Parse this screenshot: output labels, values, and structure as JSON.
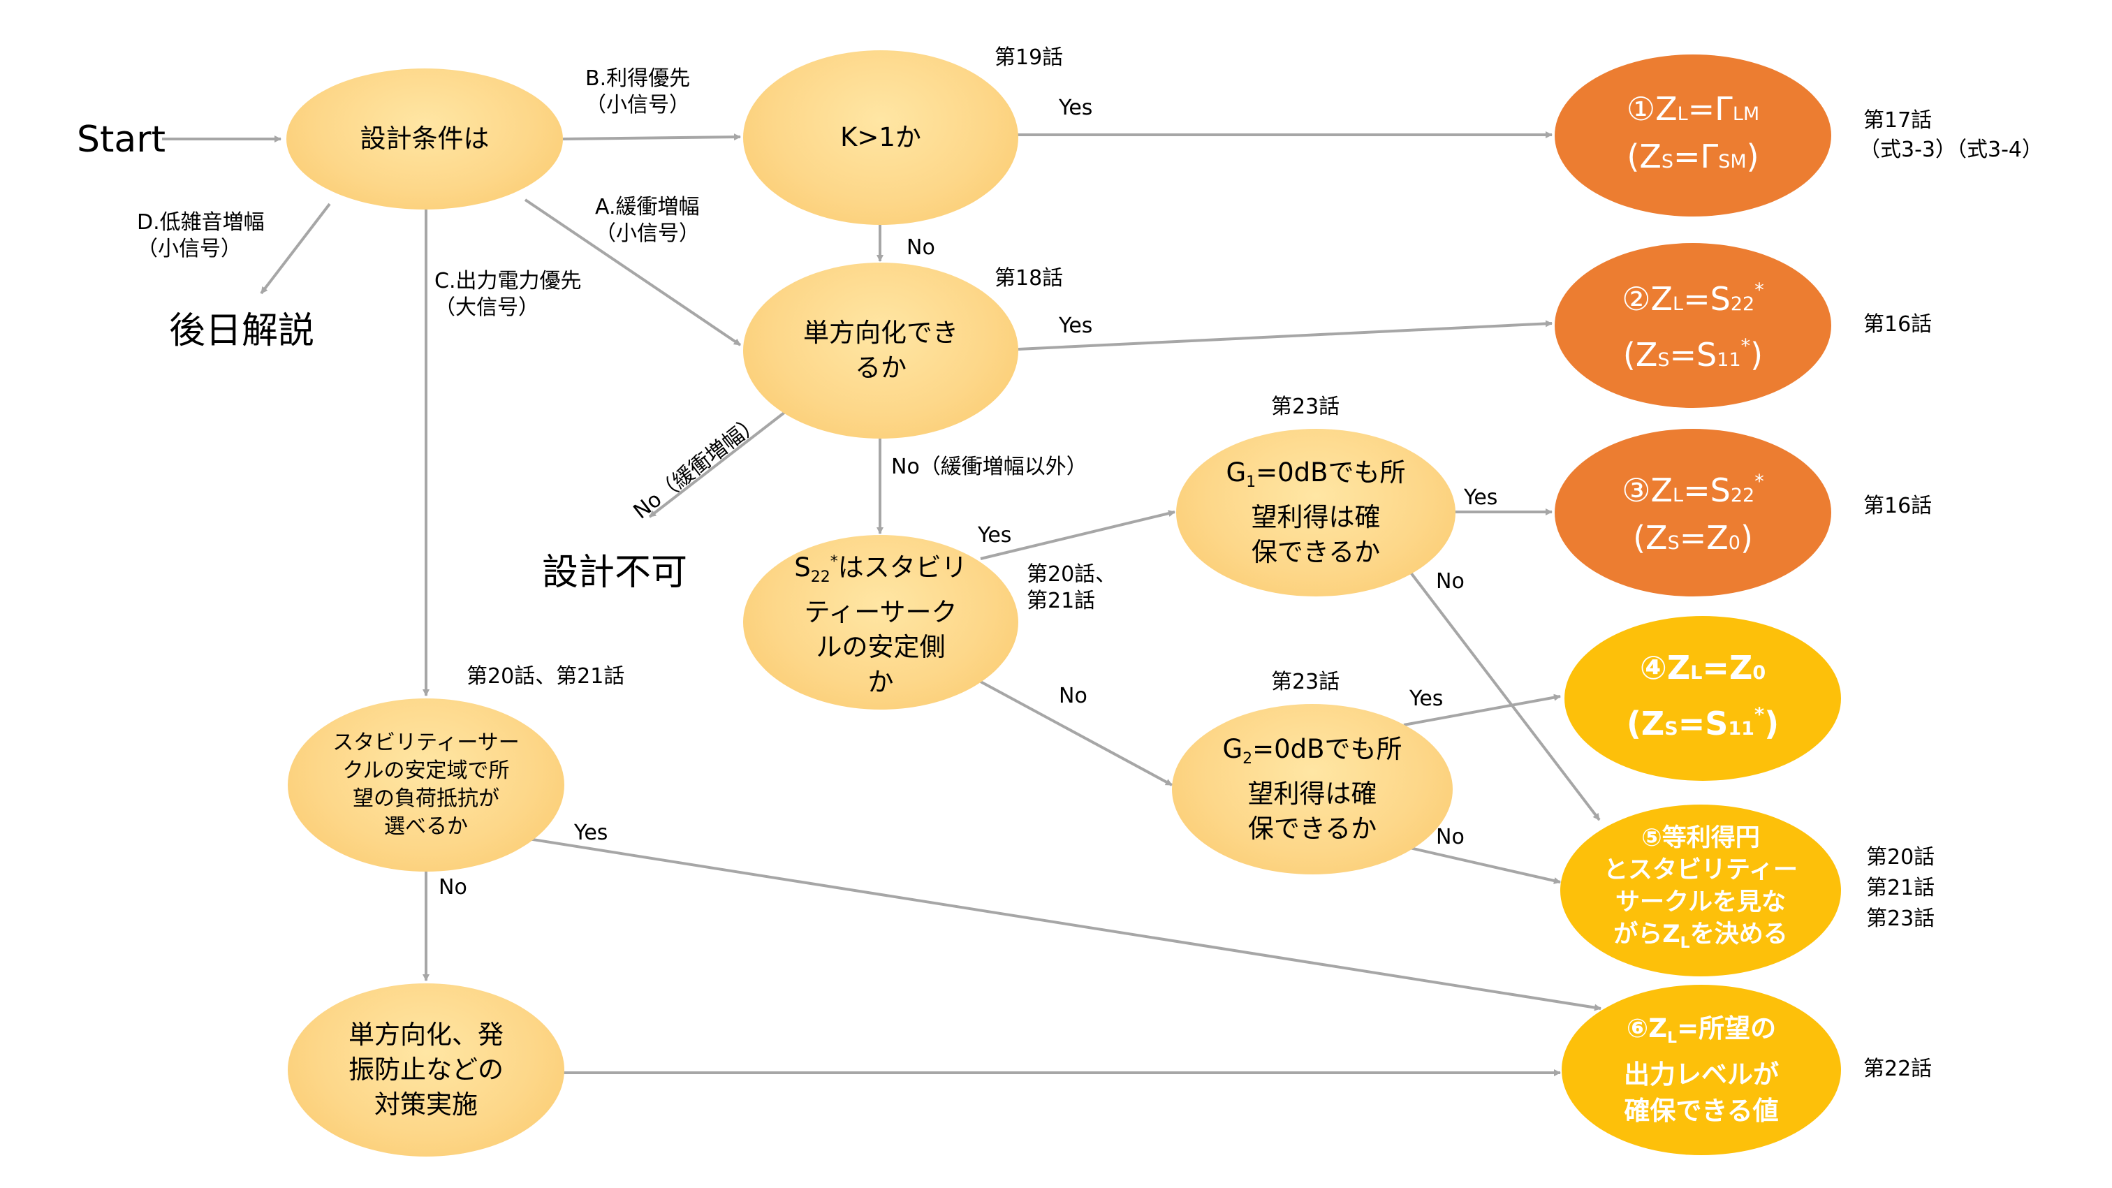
{
  "start": "Start",
  "later": "後日解説",
  "impossible": "設計不可",
  "nodes": {
    "cond": "設計条件は",
    "k": "K>1か",
    "uni": [
      "単方向化でき",
      "るか"
    ],
    "s22": {
      "sub": "22",
      "sup": "*",
      "rest": "はスタビリ",
      "l2": "ティーサーク",
      "l3": "ルの安定側",
      "l4": "か"
    },
    "g1": {
      "pre": "G",
      "sub": "1",
      "post": "=0dBでも所",
      "l2": "望利得は確",
      "l3": "保できるか"
    },
    "g2": {
      "pre": "G",
      "sub": "2",
      "post": "=0dBでも所",
      "l2": "望利得は確",
      "l3": "保できるか"
    },
    "stab": [
      "スタビリティーサー",
      "クルの安定域で所",
      "望の負荷抵抗が",
      "選べるか"
    ],
    "counter": [
      "単方向化、発",
      "振防止などの",
      "対策実施"
    ]
  },
  "results": {
    "r1": {
      "num": "①",
      "zl": "Z",
      "zl_sub": "L",
      "eq": "=Γ",
      "eq_sub": "LM",
      "zs": "(Z",
      "zs_sub": "S",
      "zs_eq": "=Γ",
      "zs_eq_sub": "SM",
      "close": ")"
    },
    "r2": {
      "num": "②",
      "zl": "Z",
      "zl_sub": "L",
      "eq": "=S",
      "eq_sub": "22",
      "eq_sup": "*",
      "zs": "(Z",
      "zs_sub": "S",
      "zs_eq": "=S",
      "zs_eq_sub": "11",
      "zs_eq_sup": "*",
      "close": ")"
    },
    "r3": {
      "num": "③",
      "zl": "Z",
      "zl_sub": "L",
      "eq": "=S",
      "eq_sub": "22",
      "eq_sup": "*",
      "zs": "(Z",
      "zs_sub": "S",
      "zs_eq": "=Z",
      "zs_eq_sub": "0",
      "close": ")"
    },
    "r4": {
      "num": "④",
      "zl": "Z",
      "zl_sub": "L",
      "eq": "=Z",
      "eq_sub": "0",
      "zs": "(Z",
      "zs_sub": "S",
      "zs_eq": "=S",
      "zs_eq_sub": "11",
      "zs_eq_sup": "*",
      "close": ")"
    },
    "r5": {
      "l1": "⑤等利得円",
      "l2": "とスタビリティー",
      "l3": "サークルを見な",
      "l4a": "がらZ",
      "l4sub": "L",
      "l4b": "を決める"
    },
    "r6": {
      "l1a": "⑥Z",
      "l1sub": "L",
      "l1b": "=所望の",
      "l2": "出力レベルが",
      "l3": "確保できる値"
    }
  },
  "edge_labels": {
    "b": "B.利得優先\n（小信号）",
    "a": "A.緩衝増幅\n（小信号）",
    "c": "C.出力電力優先\n（大信号）",
    "d": "D.低雑音増幅\n（小信号）",
    "yes_k": "Yes",
    "no_k": "No",
    "yes_uni": "Yes",
    "no_uni_other": "No（緩衝増幅以外）",
    "no_uni_buffer": "No（緩衝増幅）",
    "yes_s22": "Yes",
    "no_s22": "No",
    "yes_g1": "Yes",
    "no_g1": "No",
    "yes_g2": "Yes",
    "no_g2": "No",
    "yes_stab": "Yes",
    "no_stab": "No"
  },
  "episodes": {
    "k": "第19話",
    "uni": "第18話",
    "s22": "第20話、\n第21話",
    "g1": "第23話",
    "g2": "第23話",
    "stab": "第20話、第21話",
    "r1a": "第17話",
    "r1b": "（式3-3）（式3-4）",
    "r2": "第16話",
    "r3": "第16話",
    "r5": "第20話\n第21話\n第23話",
    "r6": "第22話"
  },
  "colors": {
    "arrow": "#a6a6a6",
    "light_node": "#fdd789",
    "orange_node": "#ec7d31",
    "yellow_node": "#fdc00a"
  }
}
